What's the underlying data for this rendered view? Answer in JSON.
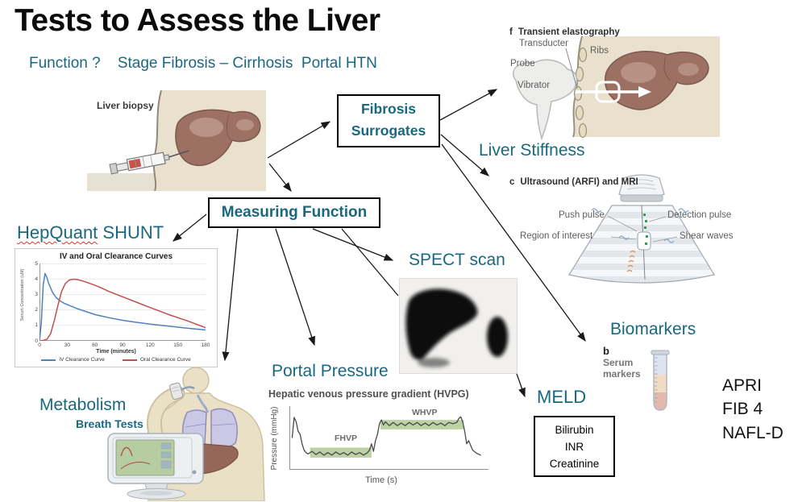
{
  "title": "Tests to Assess the Liver",
  "subtitle": "Function ?    Stage Fibrosis – Cirrhosis  Portal HTN",
  "colors": {
    "teal": "#1a6880",
    "arrow": "#1a1a1a",
    "band_green": "#bcd2a4",
    "liver_brown": "#9c7164",
    "iv_blue": "#4f81bd",
    "oral_red": "#c0504d"
  },
  "nodes": {
    "fibrosis_surrogates_line1": "Fibrosis",
    "fibrosis_surrogates_line2": "Surrogates",
    "measuring_function": "Measuring Function",
    "liver_stiffness": "Liver Stiffness",
    "spect_scan": "SPECT scan",
    "biomarkers": "Biomarkers",
    "meld": "MELD",
    "metabolism": "Metabolism",
    "breath_tests": "Breath Tests",
    "portal_pressure": "Portal Pressure",
    "hepquant_word": "HepQuant",
    "hepquant_rest": " SHUNT"
  },
  "biopsy": {
    "label": "Liver biopsy"
  },
  "elastography": {
    "heading_letter": "f",
    "heading": "Transient elastography",
    "labels": {
      "transducter": "Transducter",
      "probe": "Probe",
      "vibrator": "Vibrator",
      "ribs": "Ribs"
    }
  },
  "ultrasound": {
    "heading_letter": "c",
    "heading": "Ultrasound (ARFI) and MRI",
    "labels": {
      "push_pulse": "Push pulse",
      "region_of_interest": "Region of interest",
      "detection_pulse": "Detection pulse",
      "shear_waves": "Shear waves"
    }
  },
  "serum": {
    "letter": "b",
    "lines": "Serum\nmarkers"
  },
  "meld_box": {
    "lines": "Bilirubin\nINR\nCreatinine"
  },
  "right_list": "APRI\nFIB 4\nNAFL-D",
  "chart_data": [
    {
      "type": "line",
      "title": "IV and Oral Clearance Curves",
      "xlabel": "Time (minutes)",
      "ylabel": "Serum Concentration (uM)",
      "xlim": [
        0,
        180
      ],
      "ylim": [
        0,
        5
      ],
      "xticks": [
        0,
        30,
        60,
        90,
        120,
        150,
        180
      ],
      "yticks": [
        0,
        1,
        2,
        3,
        4,
        5
      ],
      "grid": true,
      "legend_position": "bottom",
      "series": [
        {
          "name": "IV Clearance Curve",
          "color": "#4f81bd",
          "x": [
            0,
            2,
            4,
            6,
            8,
            10,
            14,
            18,
            22,
            26,
            30,
            40,
            50,
            60,
            75,
            90,
            105,
            120,
            140,
            160,
            180
          ],
          "y": [
            0,
            1.2,
            3.6,
            4.35,
            4.1,
            3.7,
            3.15,
            2.8,
            2.6,
            2.45,
            2.35,
            2.1,
            1.9,
            1.7,
            1.5,
            1.33,
            1.2,
            1.08,
            0.95,
            0.82,
            0.7
          ]
        },
        {
          "name": "Oral Clearance Curve",
          "color": "#c0504d",
          "x": [
            0,
            4,
            8,
            12,
            16,
            20,
            24,
            28,
            32,
            36,
            40,
            48,
            56,
            64,
            75,
            90,
            105,
            120,
            140,
            160,
            180
          ],
          "y": [
            0,
            0.03,
            0.1,
            0.45,
            1.3,
            2.3,
            3.2,
            3.7,
            3.92,
            3.98,
            3.97,
            3.85,
            3.68,
            3.5,
            3.2,
            2.85,
            2.5,
            2.15,
            1.7,
            1.3,
            0.85
          ]
        }
      ]
    },
    {
      "type": "line",
      "title": "Hepatic venous pressure gradient (HVPG)",
      "xlabel": "Time (s)",
      "ylabel": "Pressure (mmHg)",
      "annotations": [
        "FHVP",
        "WHVP"
      ],
      "trace": {
        "color": "#4a4a4a",
        "x": [
          1,
          2,
          3,
          4,
          5,
          6,
          7,
          8,
          9,
          11,
          13,
          15,
          17,
          19,
          21,
          23,
          25,
          27,
          29,
          31,
          33,
          35,
          37,
          39,
          40,
          41,
          42,
          43,
          44,
          45,
          46,
          47,
          48,
          50,
          52,
          54,
          56,
          58,
          60,
          62,
          64,
          66,
          68,
          70,
          72,
          74,
          76,
          78,
          80,
          82,
          84,
          85,
          86,
          87,
          88,
          89,
          90,
          92,
          94,
          96
        ],
        "y": [
          50,
          82,
          75,
          60,
          55,
          40,
          30,
          26,
          24,
          28,
          23,
          27,
          22,
          26,
          22,
          27,
          23,
          26,
          22,
          27,
          23,
          26,
          22,
          26,
          30,
          40,
          28,
          45,
          55,
          72,
          78,
          70,
          75,
          69,
          74,
          69,
          73,
          69,
          74,
          70,
          74,
          69,
          73,
          69,
          74,
          70,
          73,
          69,
          74,
          72,
          74,
          80,
          83,
          75,
          60,
          40,
          45,
          30,
          25,
          22
        ]
      }
    }
  ]
}
